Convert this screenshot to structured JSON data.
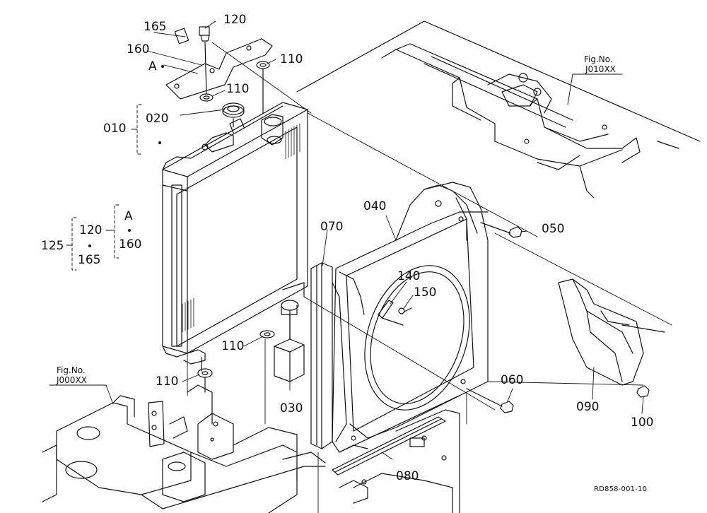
{
  "callouts": {
    "p165_top": "165",
    "p120_top": "120",
    "p160": "160",
    "a_top": "A",
    "p110_a": "110",
    "p110_b": "110",
    "p010": "010",
    "p020": "020",
    "p125": "125",
    "g_120": "120",
    "g_165": "165",
    "g_a": "A",
    "g_160": "160",
    "p040": "040",
    "p050": "050",
    "p070": "070",
    "p140": "140",
    "p150": "150",
    "p110_c": "110",
    "p110_d": "110",
    "p030": "030",
    "p060": "060",
    "p080": "080",
    "p090": "090",
    "p100": "100"
  },
  "figrefs": {
    "top_title": "Fig.No.",
    "top_code": "J010XX",
    "left_title": "Fig.No.",
    "left_code": "J000XX"
  },
  "drawing_id": "RD858-001-10",
  "colors": {
    "line": "#111111",
    "background": "#ffffff"
  }
}
